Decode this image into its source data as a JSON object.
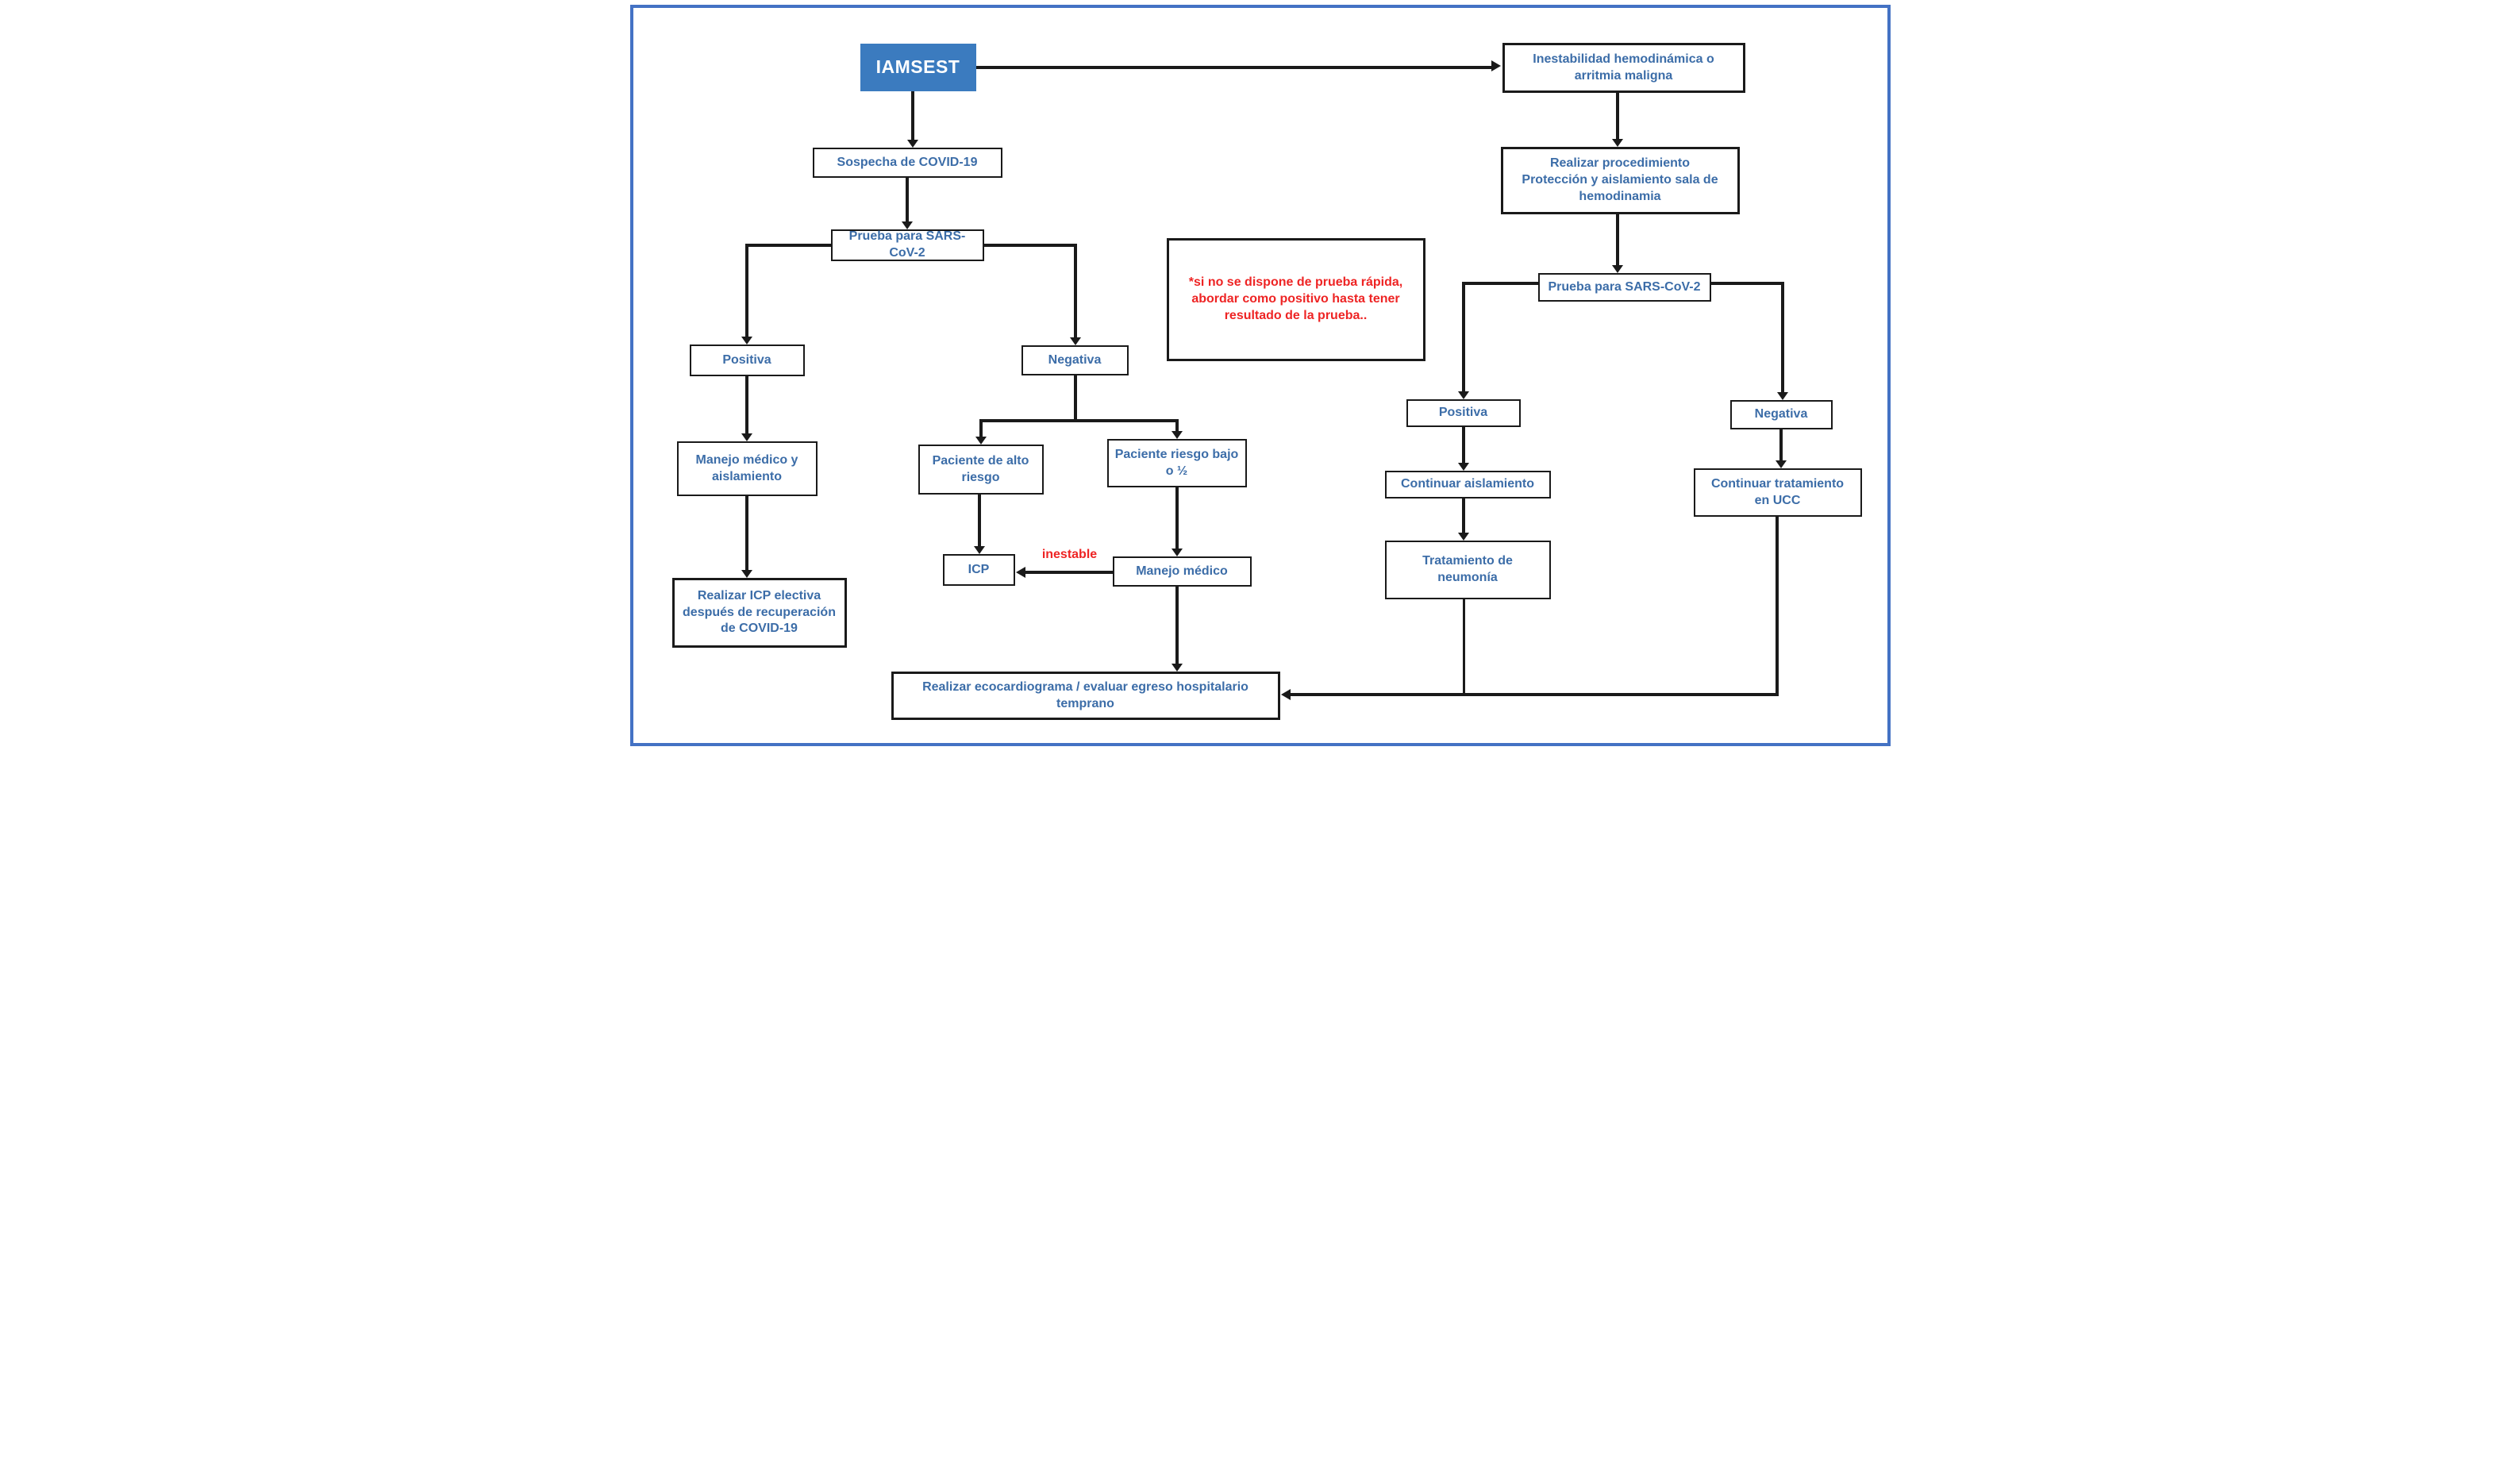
{
  "colors": {
    "frame_border": "#4472c4",
    "background": "#ffffff",
    "node_text": "#3c6da8",
    "node_border": "#1a1a1a",
    "connector": "#1a1a1a",
    "primary_fill": "#3b7bbf",
    "primary_text": "#ffffff",
    "alert_text": "#ee2424"
  },
  "nodes": {
    "iamsest": {
      "label": "IAMSEST"
    },
    "sospecha": {
      "label": "Sospecha de COVID-19"
    },
    "prueba_izq": {
      "label": "Prueba para SARS-CoV-2"
    },
    "positiva_izq": {
      "label": "Positiva"
    },
    "negativa_izq": {
      "label": "Negativa"
    },
    "manejo_aislamiento": {
      "label": "Manejo médico y\naislamiento"
    },
    "realizar_icp": {
      "label": "Realizar ICP electiva\ndespués de recuperación\nde COVID-19"
    },
    "paciente_alto_riesgo": {
      "label": "Paciente de alto\nriesgo"
    },
    "paciente_riesgo_bajo": {
      "label": "Paciente riesgo bajo\no ½"
    },
    "icp": {
      "label": "ICP"
    },
    "manejo_medico": {
      "label": "Manejo médico"
    },
    "nota": {
      "label": "*si no se dispone de prueba rápida,\nabordar como positivo hasta tener\nresultado de la prueba.."
    },
    "inestabilidad": {
      "label": "Inestabilidad hemodinámica o\narritmia maligna"
    },
    "realizar_procedimiento": {
      "label": "Realizar procedimiento\nProtección y aislamiento sala de\nhemodinamia"
    },
    "prueba_der": {
      "label": "Prueba para SARS-CoV-2"
    },
    "positiva_der": {
      "label": "Positiva"
    },
    "continuar_aislamiento": {
      "label": "Continuar aislamiento"
    },
    "tratamiento_neumonia": {
      "label": "Tratamiento de\nneumonía"
    },
    "negativa_der": {
      "label": "Negativa"
    },
    "continuar_ucc": {
      "label": "Continuar tratamiento\nen UCC"
    },
    "ecocardiograma": {
      "label": "Realizar ecocardiograma / evaluar egreso hospitalario\ntemprano"
    }
  },
  "edge_labels": {
    "inestable": "inestable"
  }
}
